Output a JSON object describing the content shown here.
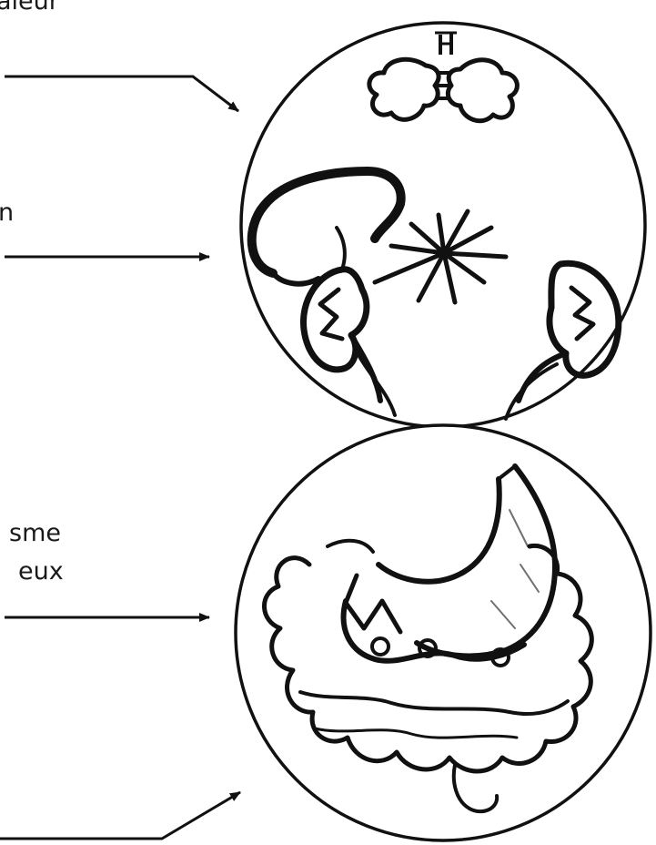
{
  "labels": {
    "top": "aieur",
    "middle": "n",
    "lower_line1": "sme",
    "lower_line2": "eux"
  },
  "colors": {
    "ink": "#111111",
    "text": "#1a1a1a",
    "background": "#ffffff"
  }
}
